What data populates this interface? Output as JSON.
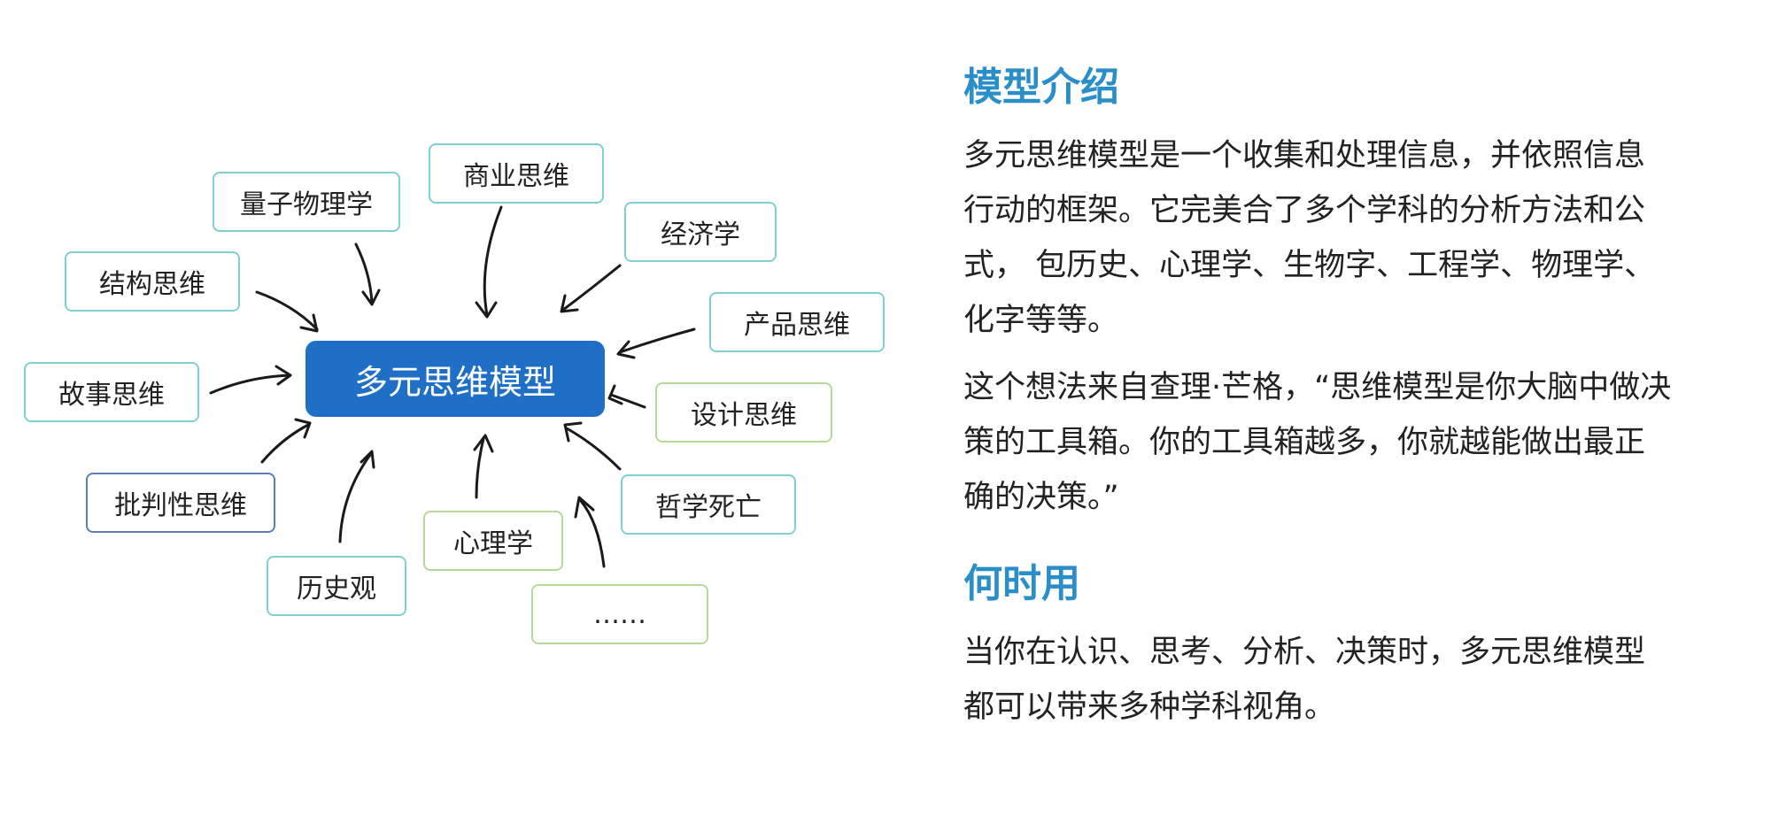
{
  "diagram": {
    "center": "多元思维模型",
    "nodes": {
      "liangzi": "量子物理学",
      "shangye": "商业思维",
      "jingji": "经济学",
      "jiegou": "结构思维",
      "chanpin": "产品思维",
      "gushi": "故事思维",
      "sheji": "设计思维",
      "pipan": "批判性思维",
      "zhexue": "哲学死亡",
      "xinli": "心理学",
      "lishi": "历史观",
      "more": "……"
    }
  },
  "intro": {
    "title": "模型介绍",
    "paragraph1": "多元思维模型是一个收集和处理信息，并依照信息行动的框架。它完美合了多个学科的分析方法和公式， 包历史、心理学、生物字、工程学、物理学、化字等等。",
    "paragraph2": "这个想法来自查理·芒格，“思维模型是你大脑中做决策的工具箱。你的工具箱越多，你就越能做出最正确的决策。”"
  },
  "when": {
    "title": "何时用",
    "paragraph": "当你在认识、思考、分析、决策时，多元思维模型都可以带来多种学科视角。"
  },
  "colors": {
    "center_fill": "#1f6fc6",
    "heading": "#2a8fc8",
    "border_teal": "#7fd0d0",
    "border_green": "#b6d99a",
    "border_blue": "#5c7fb3"
  }
}
